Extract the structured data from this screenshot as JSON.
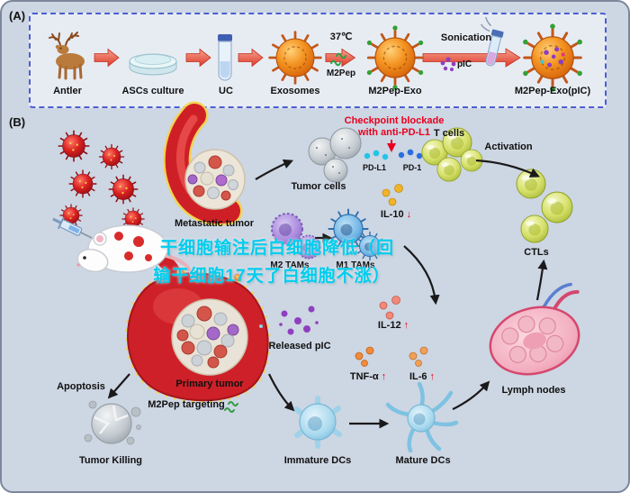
{
  "panel_a": {
    "tag": "(A)",
    "items": [
      {
        "label": "Antler"
      },
      {
        "label": "ASCs culture"
      },
      {
        "label": "UC"
      },
      {
        "label": "Exosomes"
      },
      {
        "label": "M2Pep-Exo"
      },
      {
        "label": "M2Pep-Exo(pIC)"
      }
    ],
    "temp_label": "37℃",
    "m2pep_label": "M2Pep",
    "sonication_label": "Sonication",
    "pic_label": "pIC"
  },
  "panel_b": {
    "tag": "(B)",
    "checkpoint_line1": "Checkpoint blockade",
    "checkpoint_line2": "with anti-PD-L1",
    "tumor_cells": "Tumor cells",
    "pd_l1": "PD-L1",
    "pd_1": "PD-1",
    "t_cells": "T cells",
    "activation": "Activation",
    "ctls": "CTLs",
    "metastatic_tumor": "Metastatic tumor",
    "il10": {
      "name": "IL-10",
      "arrow": "↓"
    },
    "m2_tams": "M2 TAMs",
    "m1_tams": "M1 TAMs",
    "il12": {
      "name": "IL-12",
      "arrow": "↑"
    },
    "released_pic": "Released pIC",
    "tnf": {
      "name": "TNF-α",
      "arrow": "↑"
    },
    "il6": {
      "name": "IL-6",
      "arrow": "↑"
    },
    "lymph_nodes": "Lymph nodes",
    "primary_tumor": "Primary tumor",
    "m2pep_targeting": "M2Pep targeting",
    "apoptosis": "Apoptosis",
    "tumor_killing": "Tumor Killing",
    "immature_dcs": "Immature DCs",
    "mature_dcs": "Mature DCs"
  },
  "watermark": {
    "line1": "干细胞输注后白细胞降低（回",
    "line2": "输干细胞17天了白细胞不涨）",
    "color": "#00cdee"
  },
  "colors": {
    "background": "#cdd6e3",
    "panel_border": "#4d5fd0",
    "checkpoint_red": "#e8001d",
    "exosome_orange": "#f49422",
    "virus_red": "#da2020",
    "tumor_red": "#ce2028"
  }
}
